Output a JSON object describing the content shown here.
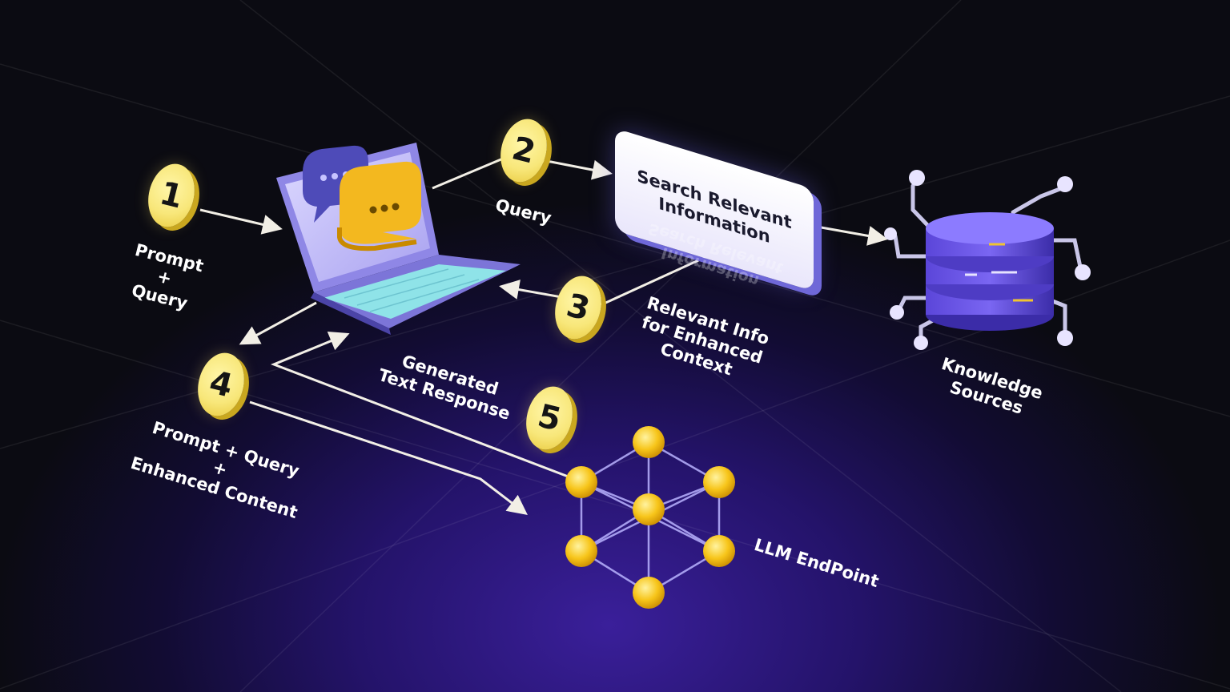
{
  "steps": [
    {
      "number": "1",
      "label_lines": [
        "Prompt",
        "+",
        "Query"
      ]
    },
    {
      "number": "2",
      "label_lines": [
        "Query"
      ]
    },
    {
      "number": "3",
      "label_lines": [
        "Relevant Info",
        "for Enhanced",
        "Context"
      ]
    },
    {
      "number": "4",
      "label_lines": [
        "Prompt + Query",
        "+",
        "Enhanced Content"
      ]
    },
    {
      "number": "5",
      "label_lines": [
        "Generated",
        "Text Response"
      ]
    }
  ],
  "search_box": {
    "lines": [
      "Search Relevant",
      "Information"
    ]
  },
  "knowledge_sources": {
    "lines": [
      "Knowledge",
      "Sources"
    ]
  },
  "llm_endpoint": {
    "label": "LLM EndPoint"
  },
  "icons": [
    "laptop-icon",
    "chat-bubble-icon",
    "database-icon",
    "neural-network-icon",
    "arrow-icon"
  ],
  "colors": {
    "badge": "#f8e77a",
    "accent": "#6f68d8",
    "node": "#f7c51a",
    "line": "#f2efe6"
  }
}
